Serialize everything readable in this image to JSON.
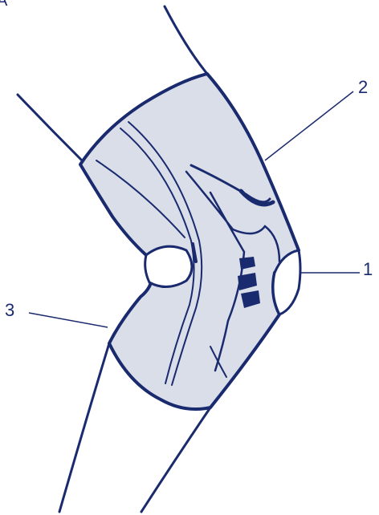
{
  "figure": {
    "corner_mark": "A",
    "callouts": [
      {
        "label": "1",
        "part": "patella-opening"
      },
      {
        "label": "2",
        "part": "sleeve-upper-edge"
      },
      {
        "label": "3",
        "part": "popliteal-cutout-edge"
      }
    ]
  },
  "colors": {
    "outline": "#1a2a6e",
    "brace_fill": "#d9dee9",
    "background": "#ffffff",
    "leader_line": "#1a2a6e"
  }
}
